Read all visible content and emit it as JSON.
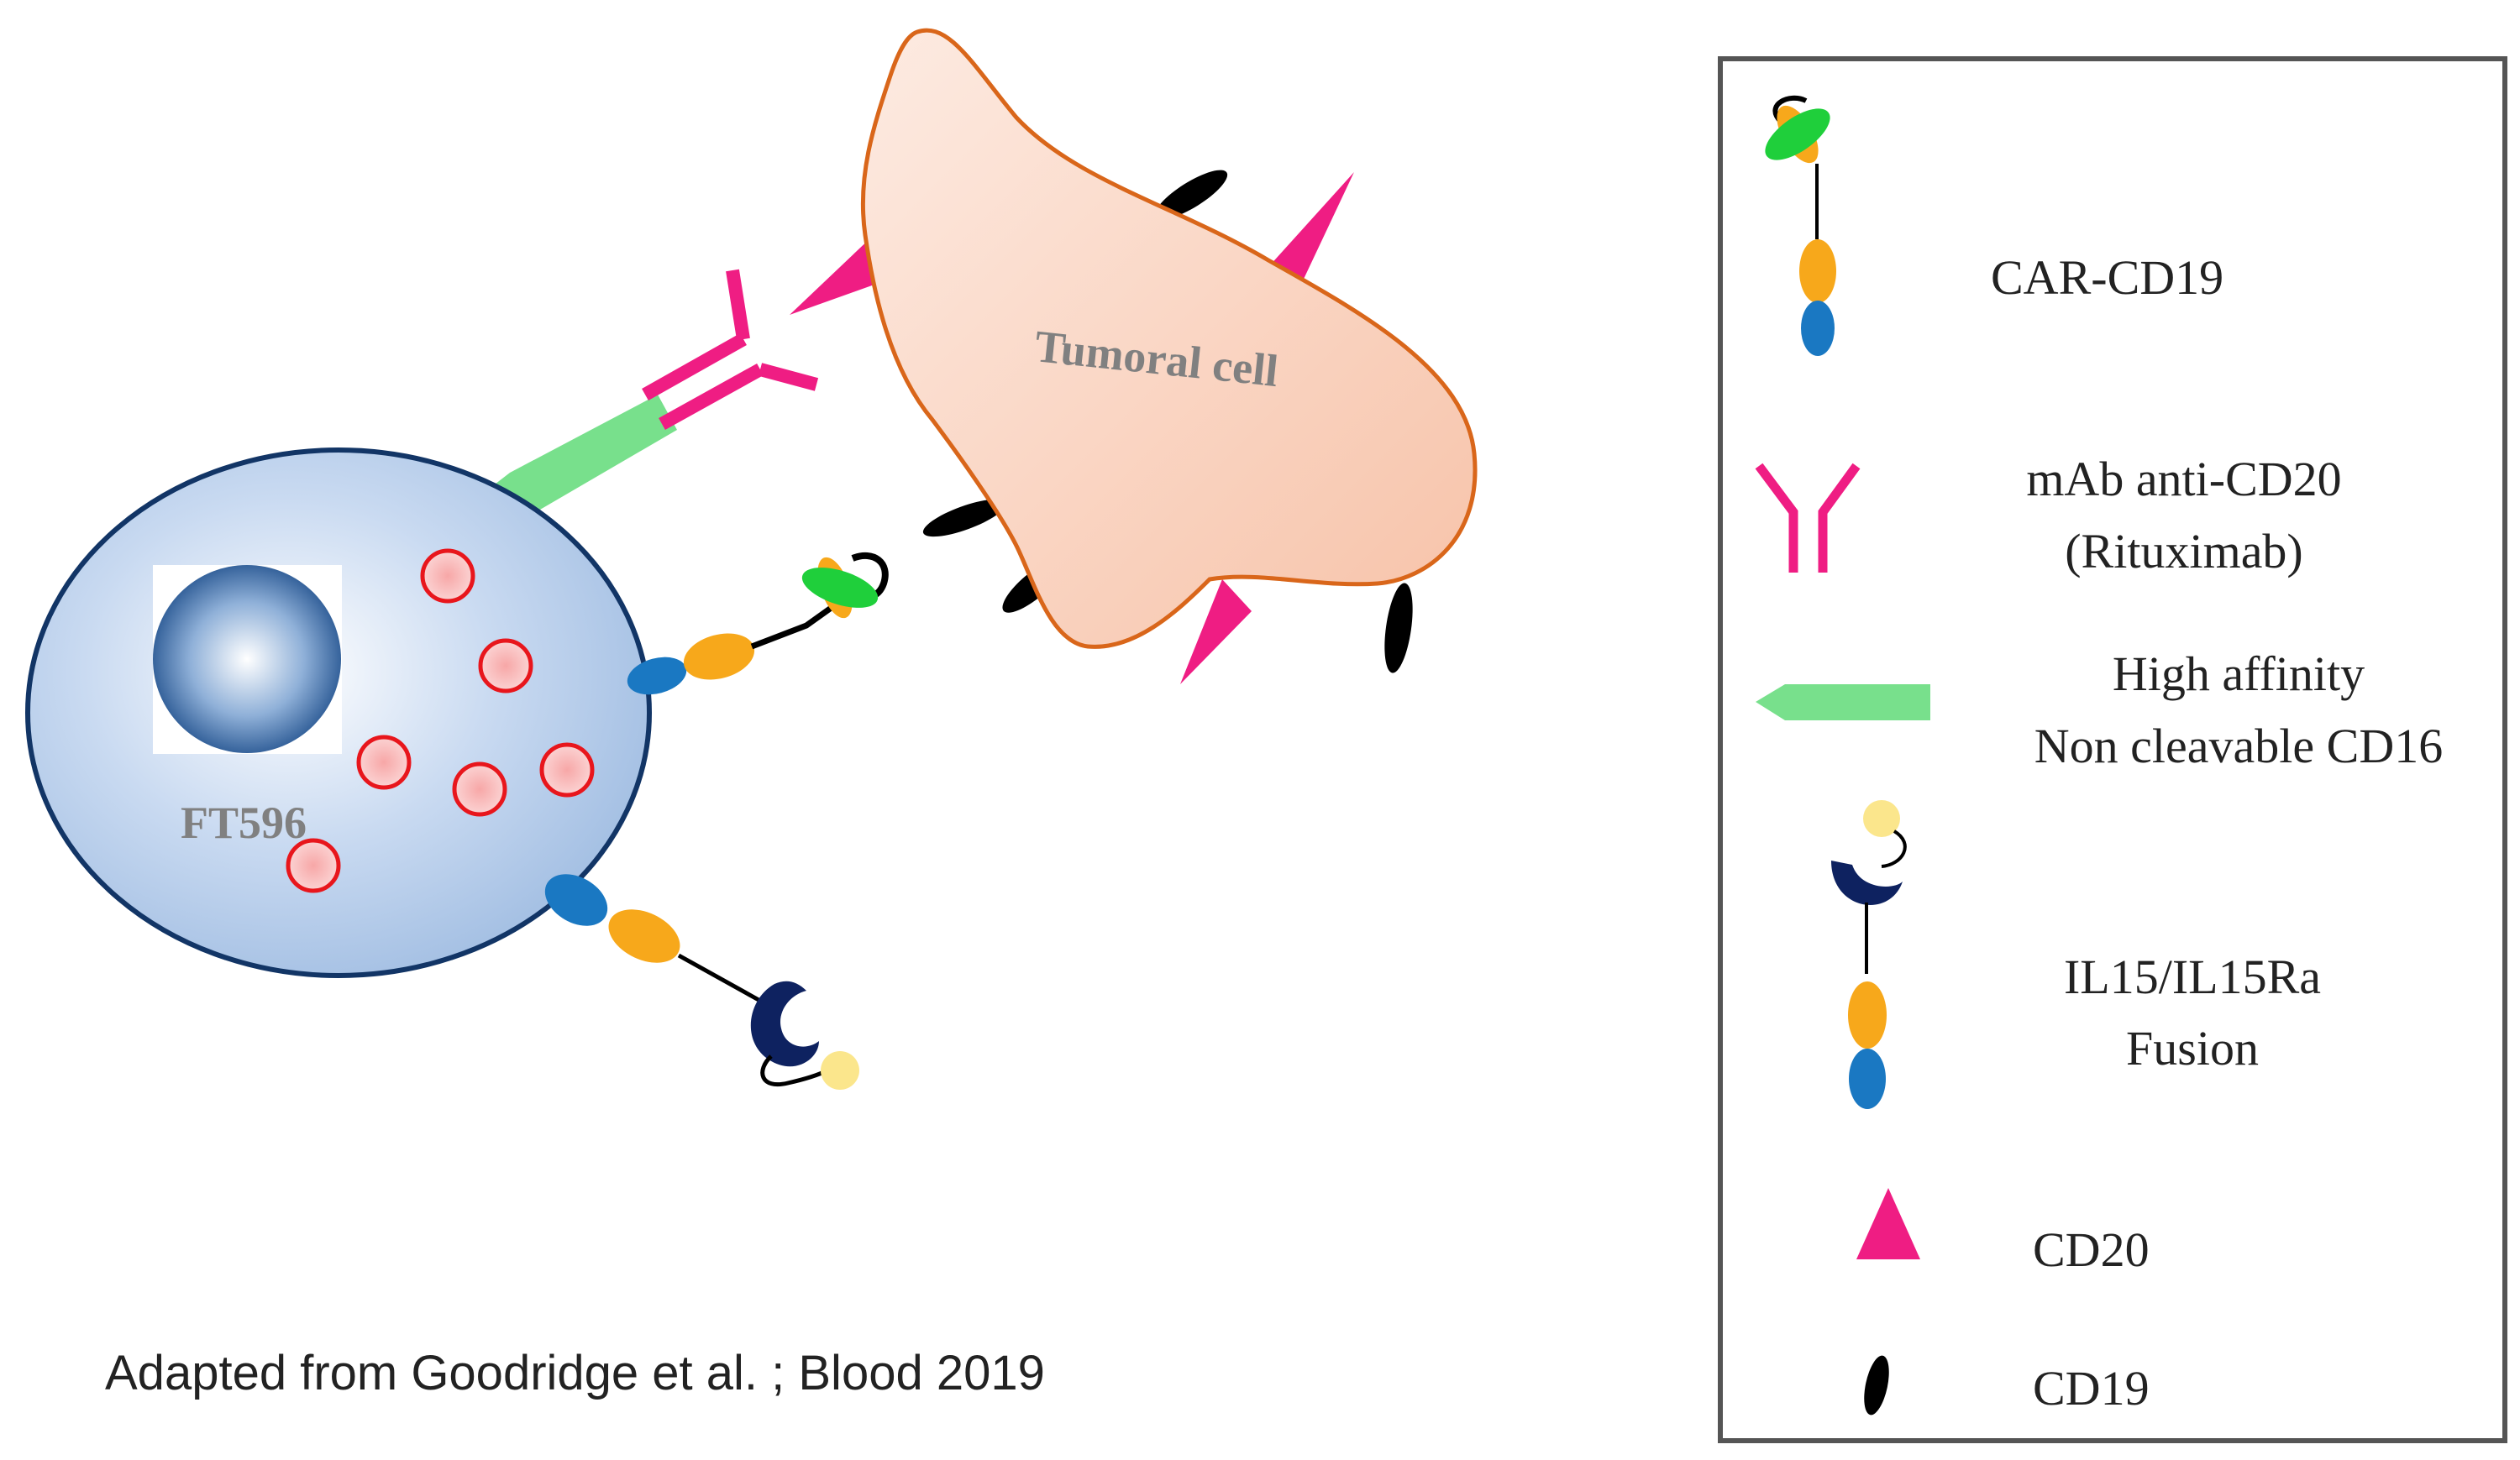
{
  "labels": {
    "ft596": "FT596",
    "tumoral_cell": "Tumoral cell",
    "citation": "Adapted from Goodridge et al. ; Blood 2019"
  },
  "legend": {
    "car_cd19": "CAR-CD19",
    "mab_line1": "mAb anti-CD20",
    "mab_line2": "(Rituximab)",
    "cd16_line1": "High affinity",
    "cd16_line2": "Non cleavable CD16",
    "il15_line1": "IL15/IL15Ra",
    "il15_line2": "Fusion",
    "cd20": "CD20",
    "cd19": "CD19"
  },
  "colors": {
    "cell_fill": "#a9c4e6",
    "cell_border": "#123566",
    "tumor_fill": "#f9cdb8",
    "tumor_border": "#d9661a",
    "antibody": "#ef1d83",
    "cd16": "#78e08c",
    "orange_domain": "#f7a81b",
    "blue_domain": "#1a78c2",
    "green_domain": "#1fcf3b",
    "navy": "#0e2260",
    "light_yellow": "#fbe68c",
    "granule": "#e8161c"
  }
}
